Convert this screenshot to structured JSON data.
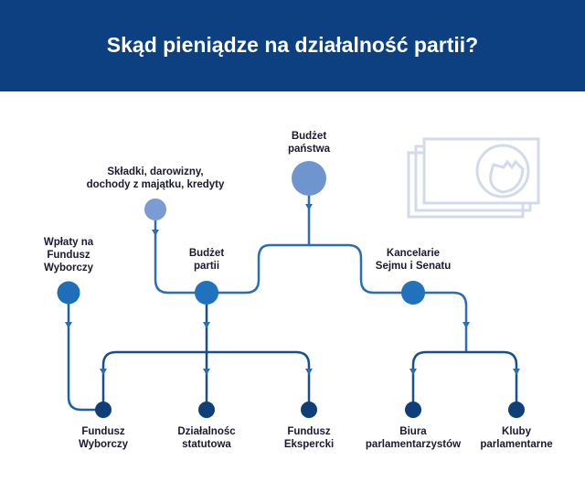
{
  "title": "Skąd pieniądze na działalność partii?",
  "colors": {
    "header": "#0d4080",
    "source_light": "#6f95cf",
    "mid": "#1f6fb8",
    "dark": "#0f3e78",
    "icon": "#d3dbea"
  },
  "nodes": {
    "budzet_panstwa": [
      "Budżet",
      "państwa"
    ],
    "skladki": [
      "Składki, darowizny,",
      "dochody z majątku, kredyty"
    ],
    "wplaty": [
      "Wpłaty na",
      "Fundusz",
      "Wyborczy"
    ],
    "budzet_partii": [
      "Budżet",
      "partii"
    ],
    "kancelarie": [
      "Kancelarie",
      "Sejmu i Senatu"
    ],
    "fundusz_wyborczy": [
      "Fundusz",
      "Wyborczy"
    ],
    "dzialalnosc": [
      "Działalnośc",
      "statutowa"
    ],
    "fundusz_ekspercki": [
      "Fundusz",
      "Ekspercki"
    ],
    "biura": [
      "Biura",
      "parlamentarzystów"
    ],
    "kluby": [
      "Kluby",
      "parlamentarne"
    ]
  },
  "icon": "money-banknote-icon"
}
